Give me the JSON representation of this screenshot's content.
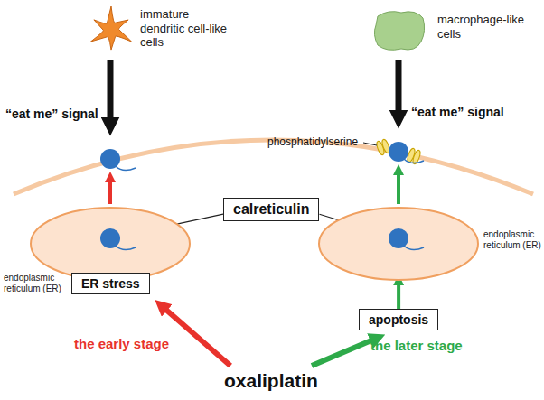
{
  "diagram": {
    "nodes": [
      {
        "text": [
          "immature dendritic cell-like cells"
        ]
      },
      {
        "text": [
          "macrophage-like cells"
        ]
      },
      {
        "text": [
          "endoplasmic reticulum (ER)"
        ]
      },
      {
        "text": [
          "calreticulin"
        ]
      },
      {
        "text": [
          "endoplasmic reticulum (ER)"
        ]
      },
      {
        "text": [
          "ER stress"
        ]
      },
      {
        "text": [
          "apoptosis"
        ]
      }
    ],
    "edges": [
      {
        "from": 3,
        "to": 2,
        "arrow": "none"
      },
      {
        "from": 3,
        "to": 4,
        "arrow": "none"
      },
      {
        "from": 6,
        "to": 4,
        "arrow": "to"
      }
    ],
    "labels": [
      "“eat me” signal",
      "“eat me” signal",
      "phosphatidylserine",
      "the early stage",
      "the later stage",
      "oxaliplatin"
    ]
  }
}
